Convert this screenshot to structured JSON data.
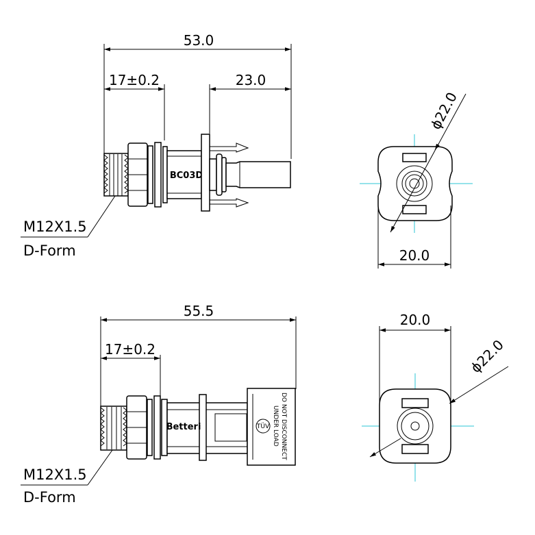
{
  "top_view": {
    "dim_overall": "53.0",
    "dim_thread_len": "17±0.2",
    "dim_pin_len": "23.0",
    "thread_label": "M12X1.5",
    "form_label": "D-Form",
    "model_mark": "BC03D"
  },
  "top_end_view": {
    "dim_diameter": "ϕ22.0",
    "dim_width": "20.0"
  },
  "bottom_view": {
    "dim_overall": "55.5",
    "dim_thread_len": "17±0.2",
    "thread_label": "M12X1.5",
    "form_label": "D-Form",
    "brand_mark": "Betteri",
    "warning_line1": "DO NOT DISCONNECT",
    "warning_line2": "UNDER LOAD",
    "cert_mark": "TÜV"
  },
  "bottom_end_view": {
    "dim_width": "20.0",
    "dim_diameter": "ϕ22.0"
  }
}
